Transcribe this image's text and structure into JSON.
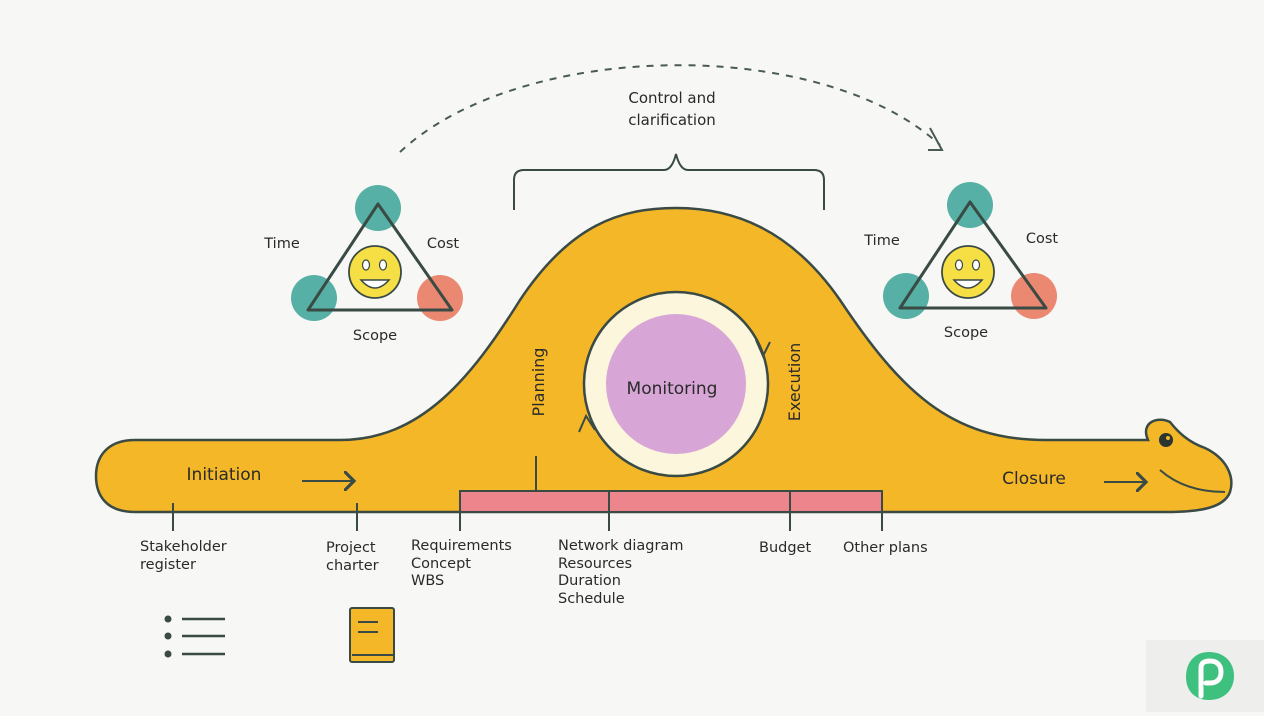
{
  "control": {
    "line1": "Control and",
    "line2": "clarification"
  },
  "left_triangle": {
    "time": "Time",
    "cost": "Cost",
    "scope": "Scope"
  },
  "right_triangle": {
    "time": "Time",
    "cost": "Cost",
    "scope": "Scope"
  },
  "phases": {
    "initiation": "Initiation",
    "planning": "Planning",
    "monitoring": "Monitoring",
    "execution": "Execution",
    "closure": "Closure"
  },
  "documents": {
    "stakeholder": [
      "Stakeholder",
      "register"
    ],
    "charter": [
      "Project",
      "charter"
    ],
    "requirements": [
      "Requirements",
      "Concept",
      "WBS"
    ],
    "network": [
      "Network diagram",
      "Resources",
      "Duration",
      "Schedule"
    ],
    "budget": "Budget",
    "other": "Other plans"
  },
  "colors": {
    "body": "#f4b728",
    "outline": "#3a4a44",
    "teal": "#3aa396",
    "coral": "#e9745a",
    "monitoring": "#d8a6d6",
    "pink_bar": "#ec7f97",
    "smiley": "#f6df45",
    "logo": "#3ec17e"
  },
  "icons": {
    "list": "list-icon",
    "document": "document-icon",
    "logo": "brand-logo-icon"
  }
}
